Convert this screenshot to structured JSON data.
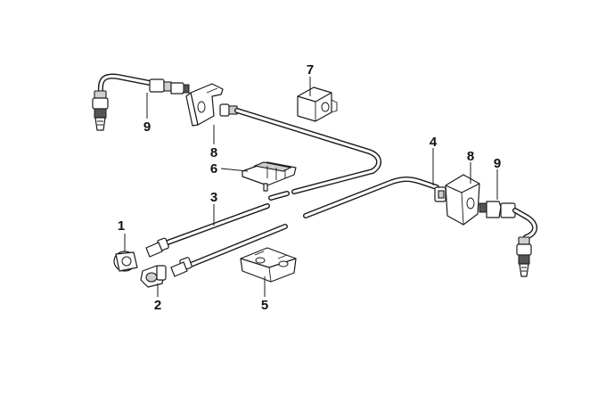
{
  "diagram": {
    "callouts": [
      {
        "id": "1",
        "label": "1"
      },
      {
        "id": "2",
        "label": "2"
      },
      {
        "id": "3",
        "label": "3"
      },
      {
        "id": "4",
        "label": "4"
      },
      {
        "id": "5",
        "label": "5"
      },
      {
        "id": "6",
        "label": "6"
      },
      {
        "id": "7",
        "label": "7"
      },
      {
        "id": "8a",
        "label": "8"
      },
      {
        "id": "8b",
        "label": "8"
      },
      {
        "id": "9a",
        "label": "9"
      },
      {
        "id": "9b",
        "label": "9"
      }
    ]
  }
}
